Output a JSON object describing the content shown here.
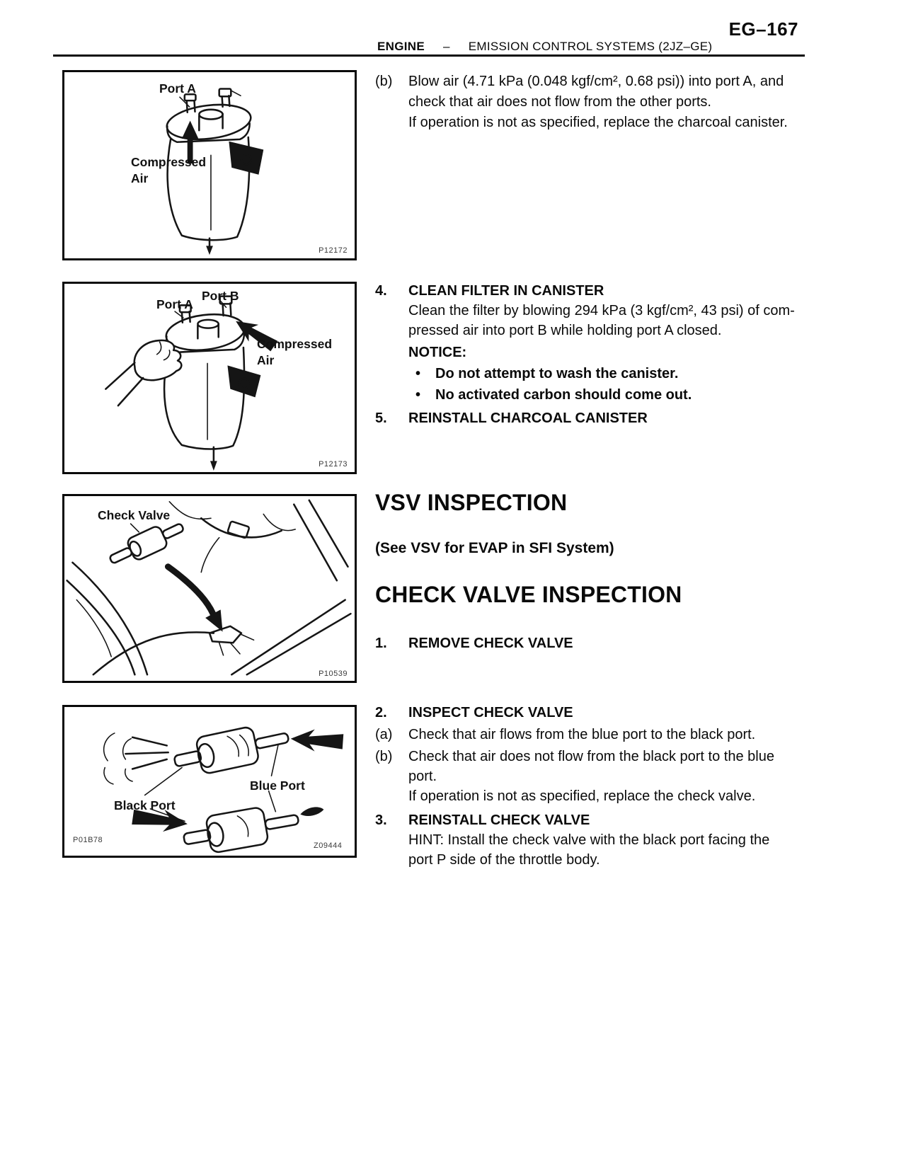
{
  "header": {
    "page_code": "EG–167",
    "section": "ENGINE",
    "separator": "–",
    "subsection": "EMISSION CONTROL SYSTEMS (2JZ–GE)"
  },
  "figures": {
    "fig1": {
      "port_a": "Port A",
      "compressed_air": "Compressed\nAir",
      "code": "P12172"
    },
    "fig2": {
      "port_a": "Port A",
      "port_b": "Port B",
      "compressed_air": "Compressed\nAir",
      "code": "P12173"
    },
    "fig3": {
      "check_valve": "Check Valve",
      "code": "P10539"
    },
    "fig4": {
      "black_port": "Black Port",
      "blue_port": "Blue Port",
      "code_left": "P01B78",
      "code_right": "Z09444"
    }
  },
  "content": {
    "item_b": {
      "marker": "(b)",
      "text": "Blow air (4.71 kPa (0.048 kgf/cm², 0.68 psi)) into port A, and\ncheck that air does not flow from the other ports.\nIf operation is not as specified, replace the charcoal canister."
    },
    "step4": {
      "number": "4.",
      "title": "CLEAN FILTER IN CANISTER",
      "body": "Clean the filter by blowing 294 kPa (3 kgf/cm², 43 psi) of com-\npressed air into port B while holding port A closed.",
      "notice_label": "NOTICE:",
      "bullet_glyph": "•",
      "bullet1": "Do not attempt to wash the canister.",
      "bullet2": "No activated carbon should come out."
    },
    "step5": {
      "number": "5.",
      "title": "REINSTALL CHARCOAL CANISTER"
    },
    "vsv_heading": "VSV INSPECTION",
    "vsv_ref": "(See VSV for EVAP in SFI System)",
    "cv_heading": "CHECK VALVE INSPECTION",
    "cv_step1": {
      "number": "1.",
      "title": "REMOVE CHECK VALVE"
    },
    "cv_step2": {
      "number": "2.",
      "title": "INSPECT CHECK VALVE",
      "item_a_marker": "(a)",
      "item_a": "Check that air flows from the blue port to the black port.",
      "item_b_marker": "(b)",
      "item_b": "Check that air does not flow from the black port to the blue\nport.",
      "note": "If operation is not as specified, replace the check valve."
    },
    "cv_step3": {
      "number": "3.",
      "title": "REINSTALL CHECK VALVE",
      "hint": "HINT: Install the check valve with the black port facing the\nport P side of the throttle body."
    }
  }
}
